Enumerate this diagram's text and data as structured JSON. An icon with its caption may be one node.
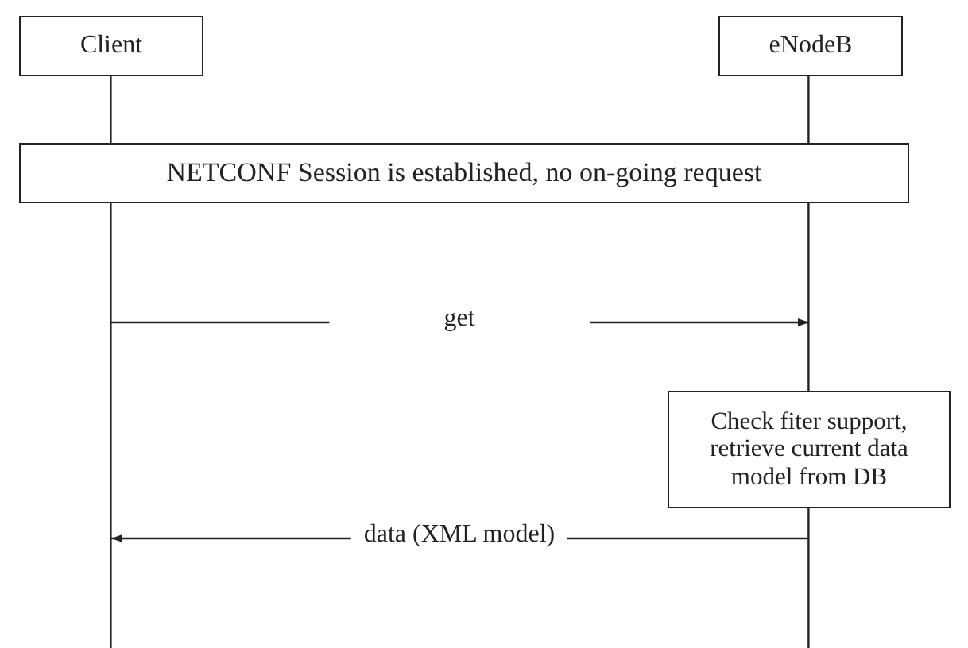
{
  "diagram": {
    "nodes": [
      {
        "text": [
          "Client"
        ]
      },
      {
        "text": [
          "eNodeB"
        ]
      },
      {
        "text": [
          "NETCONF Session is established,  no on-going request"
        ]
      },
      {
        "text": [
          "Check fiter support, retrieve current data model from DB"
        ]
      }
    ],
    "edges": [
      {
        "from": 0,
        "to": 1,
        "label": "get",
        "arrow": "to"
      },
      {
        "from": 1,
        "to": 0,
        "label": "data (XML model)",
        "arrow": "to"
      }
    ]
  }
}
